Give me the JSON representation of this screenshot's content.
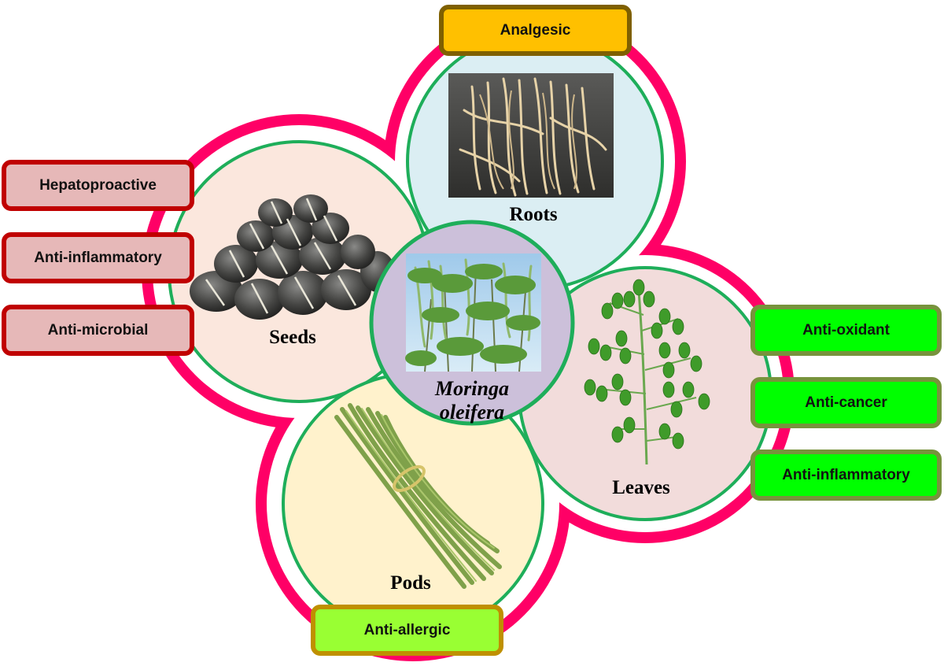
{
  "center": {
    "line1": "Moringa",
    "line2": "oleifera",
    "image": "moringa-tree-photo"
  },
  "parts": {
    "roots": {
      "label": "Roots",
      "image": "roots-photo"
    },
    "seeds": {
      "label": "Seeds",
      "image": "seeds-photo"
    },
    "leaves": {
      "label": "Leaves",
      "image": "leaves-photo"
    },
    "pods": {
      "label": "Pods",
      "image": "pods-photo"
    }
  },
  "properties": {
    "roots": [
      "Analgesic"
    ],
    "seeds": [
      "Hepatoproactive",
      "Anti-inflammatory",
      "Anti-microbial"
    ],
    "leaves": [
      "Anti-oxidant",
      "Anti-cancer",
      "Anti-inflammatory"
    ],
    "pods": [
      "Anti-allergic"
    ]
  },
  "colors": {
    "outer_ring": "#ff0066",
    "circle_border": "#1eae5a",
    "roots_fill": "#dbeef3",
    "seeds_fill": "#fbe7dd",
    "leaves_fill": "#f2dcdb",
    "pods_fill": "#fff2cc",
    "center_fill": "#ccc0da"
  }
}
